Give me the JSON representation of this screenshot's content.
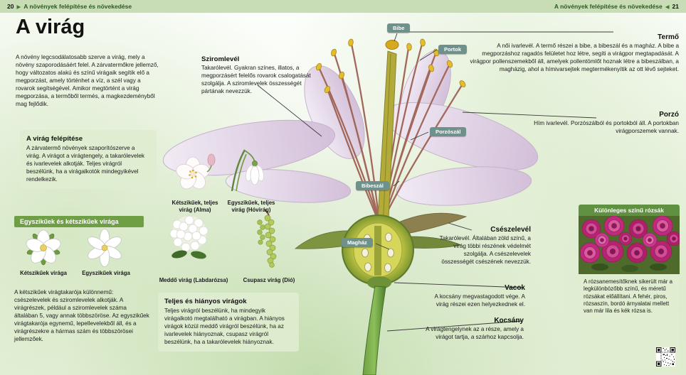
{
  "colors": {
    "header_bg": "#c8dcb6",
    "accent_green": "#6f9f44",
    "tag_bg": "#6f918b",
    "panel_bg": "#dfedd0",
    "rose_magenta": "#c02a7c"
  },
  "header": {
    "left_page": "20",
    "left_arrow": "▶",
    "left_title": "A növények felépítése és növekedése",
    "right_title": "A növények felépítése és növekedése",
    "right_arrow": "◀",
    "right_page": "21"
  },
  "title": "A virág",
  "intro": "A növény legcsodálatosabb szerve a virág, mely a növény szaporodásáért felel. A zárvatermőkre jellemző, hogy változatos alakú és színű virágaik segítik elő a megporzást, amely történhet a víz, a szél vagy a rovarok segítségével. Amikor megtörtént a virág megporzása, a termőből termés, a magkezdeményből mag fejlődik.",
  "build_box": {
    "title": "A virág felépítése",
    "body": "A zárvatermő növények szaporítószerve a virág. A virágot a virágtengely, a takarólevelek és ivarlevelek alkotják. Teljes virágról beszélünk, ha a virágalkotók mindegyikével rendelkezik."
  },
  "petal_block": {
    "title": "Sziromlevél",
    "body": "Takarólevél. Gyakran színes, illatos, a megporzásért felelős rovarok csalogatását szolgálja. A sziromlevelek összességét pártának nevezzük."
  },
  "mono_di_section": {
    "header": "Egyszikűek és kétszikűek virága",
    "dicot_caption": "Kétszikűek virága",
    "monocot_caption": "Egyszikűek virága",
    "body": "A kétszikűek virágtakarója különnemű: csészelevelek és sziromlevelek alkotják. A virágrészek, például a sziromlevelek száma általában 5, vagy annak többszöröse. Az egyszikűek virágtakarója egynemű, lepellevelekből áll, és a virágrészekre a hármas szám és többszörösei jellemzőek."
  },
  "photo_captions": {
    "alma": "Kétszikűek, teljes virág (Alma)",
    "hovirag": "Egyszikűek, teljes virág (Hóvirág)",
    "labdarozsa": "Meddő virág (Labdarózsa)",
    "dio": "Csupasz virág (Dió)"
  },
  "full_box": {
    "title": "Teljes és hiányos virágok",
    "body": "Teljes virágról beszélünk, ha mindegyik virágalkotó megtalálható a virágban. A hiányos virágok közül meddő virágról beszélünk, ha az ivarlevelek hiányoznak, csupasz virágról beszélünk, ha a takarólevelek hiányoznak."
  },
  "tags": {
    "bibe": "Bibe",
    "portok": "Portok",
    "porzoszal": "Porzószál",
    "bibeszal": "Bibeszál",
    "maghaz": "Magház"
  },
  "termo": {
    "title": "Termő",
    "body": "A női ivarlevél. A termő részei a bibe, a bibeszál és a magház. A bibe a megporzáshoz ragadós felületet hoz létre, segíti a virágpor megtapadását. A virágpor pollenszemekből áll, amelyek pollentömlőt hoznak létre a bibeszálban, a magházig, ahol a hímivarsejtek megtermékenyítik az ott lévő sejteket."
  },
  "porzo": {
    "title": "Porzó",
    "body": "Hím ivarlevél. Porzószálból és portokból áll. A portokban virágporszemek vannak."
  },
  "cseszelevel": {
    "title": "Csészelevél",
    "body": "Takarólevél. Általában zöld színű, a virág többi részének védelmét szolgálja. A csészelevelek összességét csészének nevezzük."
  },
  "vacok": {
    "title": "Vacok",
    "body": "A kocsány megvastagodott vége. A virág részei ezen helyezkednek el."
  },
  "kocsany": {
    "title": "Kocsány",
    "body": "A virágtengelynek az a része, amely a virágot tartja, a szárhoz kapcsolja."
  },
  "roses_box": {
    "title": "Különleges színű rózsák",
    "body": "A rózsanemesítőknek sikerült már a legkülönbözőbb színű, és méretű rózsákat előállítani. A fehér, piros, rózsaszín, bordó árnyalatai mellett van már lila és kék rózsa is."
  }
}
